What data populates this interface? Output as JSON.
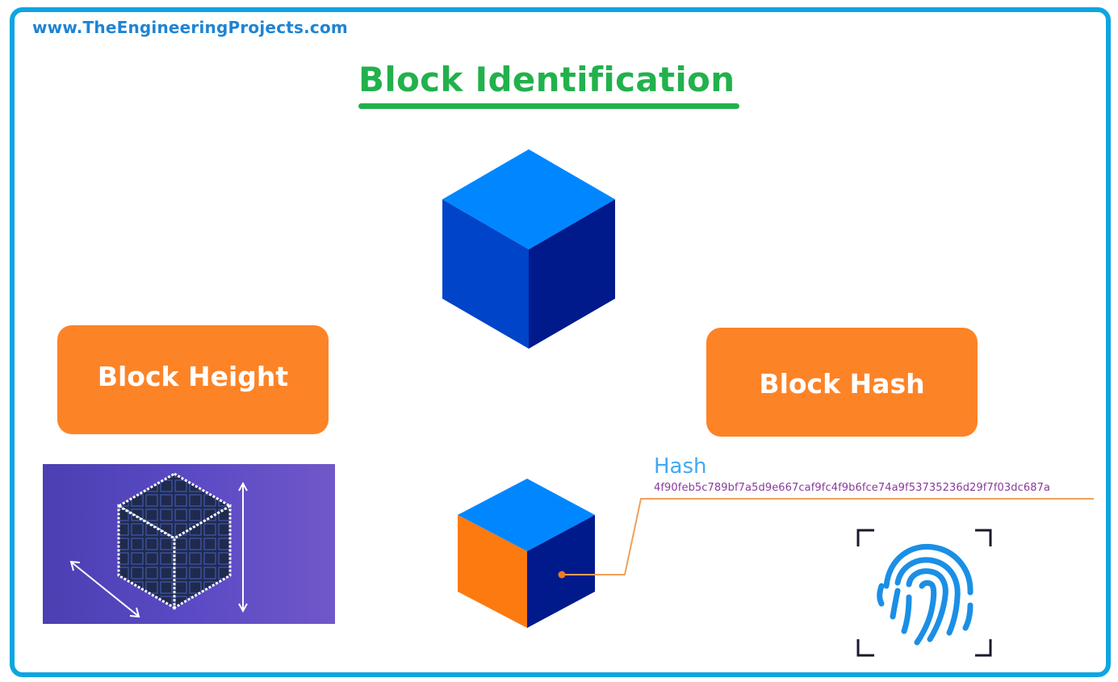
{
  "header": {
    "website": "www.TheEngineeringProjects.com",
    "title": "Block Identification"
  },
  "boxes": {
    "left": "Block Height",
    "right": "Block Hash"
  },
  "hash": {
    "label": "Hash",
    "value": "4f90feb5c789bf7a5d9e667caf9fc4f9b6fce74a9f53735236d29f7f03dc687a"
  },
  "colors": {
    "frame": "#0ea5e0",
    "title": "#22b14c",
    "pill": "#fd8327",
    "cube_top": "#0087ff",
    "cube_left": "#0044c9",
    "cube_right": "#001a8c",
    "hash_label": "#3fa9f5",
    "hash_value": "#8a3a9c"
  },
  "icons": {
    "main": "blue-cube-icon",
    "height": "measured-cube-icon",
    "hash": "orange-blue-cube-icon",
    "fingerprint": "fingerprint-icon"
  }
}
